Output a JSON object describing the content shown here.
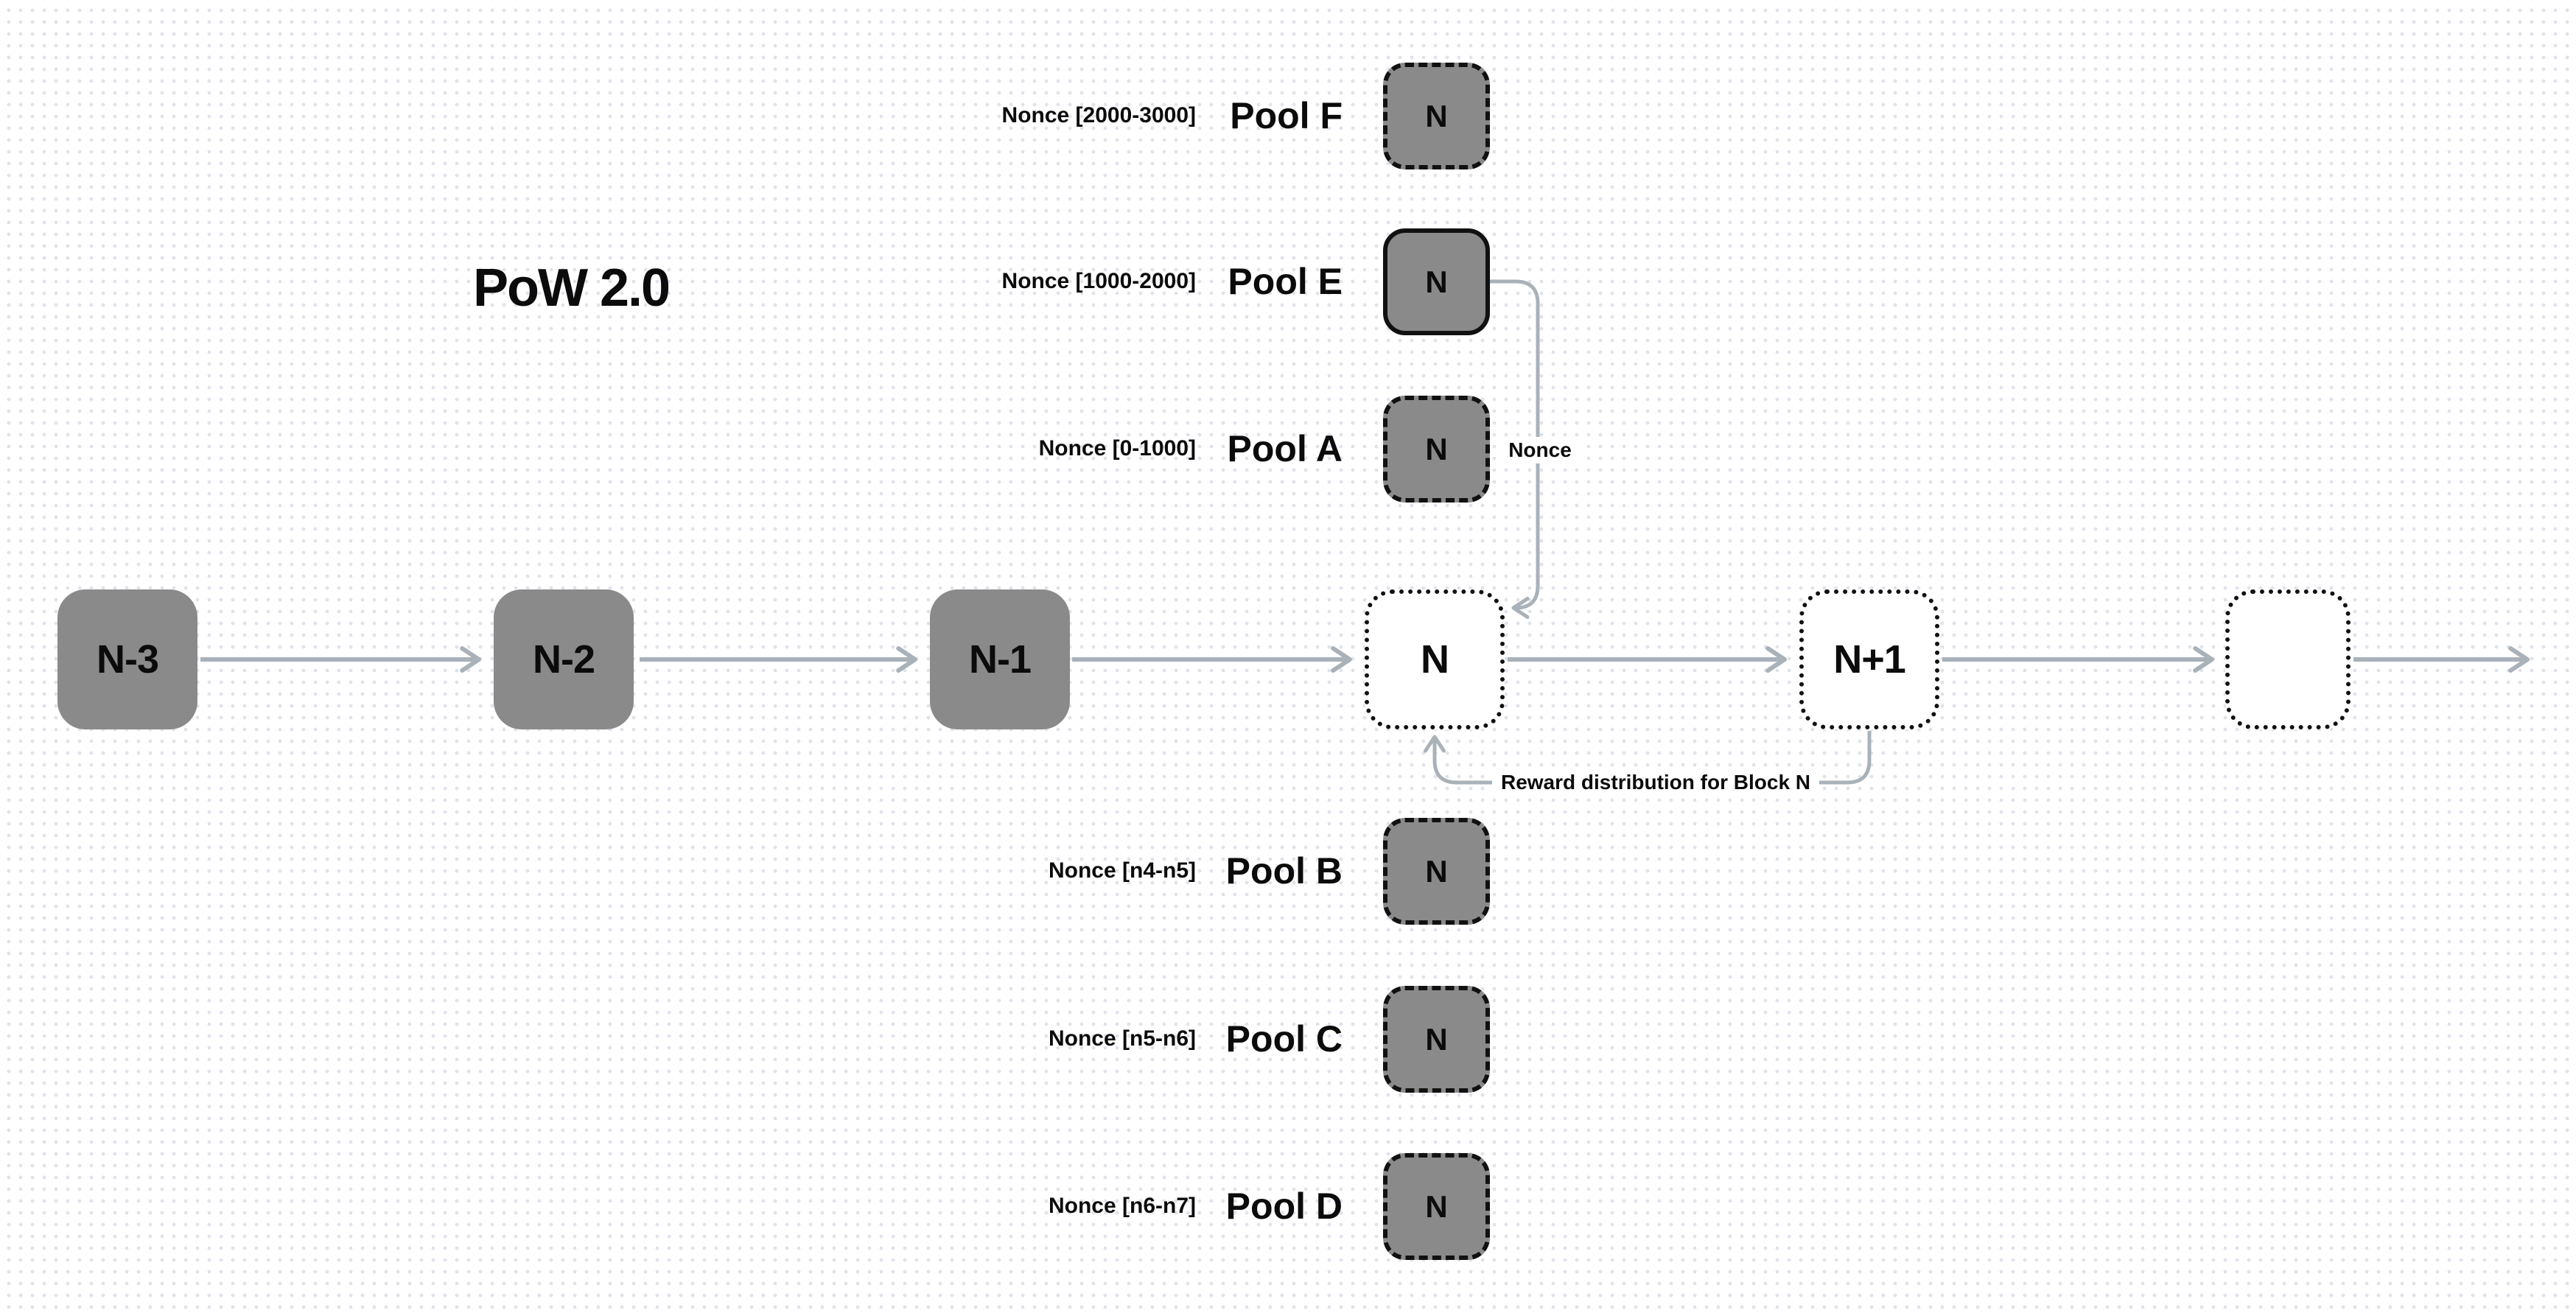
{
  "title": "PoW 2.0",
  "chain": {
    "blocks": [
      {
        "label": "N-3",
        "variant": "filled"
      },
      {
        "label": "N-2",
        "variant": "filled"
      },
      {
        "label": "N-1",
        "variant": "filled"
      },
      {
        "label": "N",
        "variant": "dotted"
      },
      {
        "label": "N+1",
        "variant": "dotted"
      },
      {
        "label": "",
        "variant": "dotted-empty"
      }
    ]
  },
  "pools": [
    {
      "name": "Pool F",
      "nonce_range": "Nonce [2000-3000]",
      "block_label": "N",
      "border_style": "dashed"
    },
    {
      "name": "Pool E",
      "nonce_range": "Nonce [1000-2000]",
      "block_label": "N",
      "border_style": "solid"
    },
    {
      "name": "Pool A",
      "nonce_range": "Nonce [0-1000]",
      "block_label": "N",
      "border_style": "dashed"
    },
    {
      "name": "Pool B",
      "nonce_range": "Nonce [n4-n5]",
      "block_label": "N",
      "border_style": "dashed"
    },
    {
      "name": "Pool C",
      "nonce_range": "Nonce [n5-n6]",
      "block_label": "N",
      "border_style": "dashed"
    },
    {
      "name": "Pool D",
      "nonce_range": "Nonce [n6-n7]",
      "block_label": "N",
      "border_style": "dashed"
    }
  ],
  "connectors": {
    "nonce_label": "Nonce",
    "reward_label": "Reward distribution for Block N"
  },
  "colors": {
    "shape_fill": "#8a8a8a",
    "shape_border": "#111111",
    "arrow": "#a9b1b9",
    "grid_dot": "#e0e3ea",
    "background": "#ffffff",
    "text": "#0b0b0b"
  }
}
